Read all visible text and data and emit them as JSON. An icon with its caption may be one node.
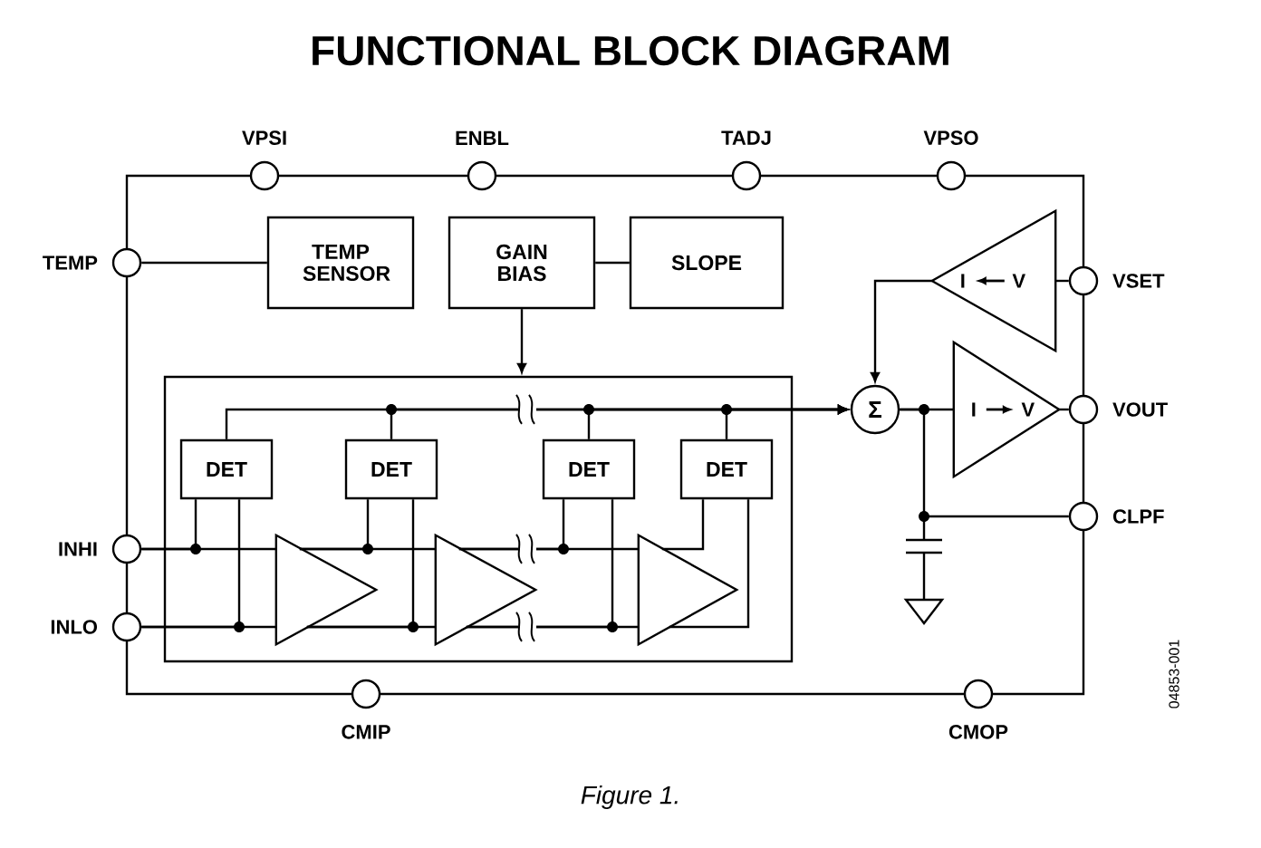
{
  "diagram": {
    "title": "FUNCTIONAL BLOCK DIAGRAM",
    "caption": "Figure 1.",
    "nodes": [
      {
        "text": [],
        "shape": "box"
      },
      {
        "text": [],
        "shape": "circle",
        "beside": [
          "VPSI"
        ]
      },
      {
        "text": [],
        "shape": "circle",
        "beside": [
          "ENBL"
        ]
      },
      {
        "text": [],
        "shape": "circle",
        "beside": [
          "TADJ"
        ]
      },
      {
        "text": [],
        "shape": "circle",
        "beside": [
          "VPSO"
        ]
      },
      {
        "text": [],
        "shape": "circle",
        "beside": [
          "TEMP"
        ]
      },
      {
        "text": [
          "TEMP SENSOR"
        ],
        "in": 0
      },
      {
        "text": [
          "GAIN BIAS"
        ],
        "in": 0
      },
      {
        "text": [
          "SLOPE"
        ],
        "in": 0
      },
      {
        "text": [
          "I",
          "V"
        ],
        "in": 0
      },
      {
        "text": [],
        "shape": "circle",
        "beside": [
          "VSET"
        ]
      },
      {
        "text": [],
        "shape": "box",
        "in": 0
      },
      {
        "text": [
          "Σ"
        ],
        "in": 0
      },
      {
        "text": [
          "I",
          "V"
        ],
        "in": 0
      },
      {
        "text": [],
        "shape": "circle",
        "beside": [
          "VOUT"
        ]
      },
      {
        "text": [
          "DET"
        ],
        "in": 11
      },
      {
        "text": [
          "DET"
        ],
        "in": 11
      },
      {
        "text": [
          "DET"
        ],
        "in": 11
      },
      {
        "text": [
          "DET"
        ],
        "in": 11
      },
      {
        "text": [],
        "shape": "circle",
        "beside": [
          "CLPF"
        ]
      },
      {
        "text": [],
        "shape": "circle",
        "beside": [
          "INHI"
        ]
      },
      {
        "text": [],
        "shape": "triangle",
        "in": 11
      },
      {
        "text": [],
        "shape": "triangle",
        "in": 11
      },
      {
        "text": [],
        "shape": "triangle",
        "in": 11
      },
      {
        "text": [],
        "shape": "circle",
        "beside": [
          "INLO"
        ]
      },
      {
        "text": [],
        "shape": "circle",
        "beside": [
          "CMIP"
        ]
      },
      {
        "text": [],
        "shape": "circle",
        "beside": [
          "CMOP"
        ]
      }
    ],
    "edges": [
      {
        "from": 5,
        "to": 6,
        "arrow": "none"
      },
      {
        "from": 7,
        "to": 8,
        "arrow": "none"
      },
      {
        "from": 7,
        "to": 11,
        "arrow": "to"
      },
      {
        "from": 10,
        "to": 9,
        "arrow": "none"
      },
      {
        "from": 9,
        "to": 12,
        "arrow": "to"
      },
      {
        "from": 15,
        "to": 12,
        "arrow": "to"
      },
      {
        "from": 16,
        "to": 12,
        "arrow": "to"
      },
      {
        "from": 17,
        "to": 12,
        "arrow": "to"
      },
      {
        "from": 18,
        "to": 12,
        "arrow": "to"
      },
      {
        "from": 12,
        "to": 13,
        "arrow": "none"
      },
      {
        "from": 13,
        "to": 14,
        "arrow": "none"
      },
      {
        "from": 12,
        "to": 19,
        "arrow": "none"
      },
      {
        "from": 20,
        "to": 21,
        "arrow": "none"
      },
      {
        "from": 24,
        "to": 21,
        "arrow": "none"
      },
      {
        "from": 20,
        "to": 15,
        "arrow": "none"
      },
      {
        "from": 24,
        "to": 15,
        "arrow": "none"
      },
      {
        "from": 21,
        "to": 22,
        "arrow": "none"
      },
      {
        "from": 21,
        "to": 22,
        "arrow": "none"
      },
      {
        "from": 21,
        "to": 16,
        "arrow": "none"
      },
      {
        "from": 21,
        "to": 16,
        "arrow": "none"
      },
      {
        "from": 22,
        "to": 23,
        "arrow": "none"
      },
      {
        "from": 22,
        "to": 23,
        "arrow": "none"
      },
      {
        "from": 22,
        "to": 17,
        "arrow": "none"
      },
      {
        "from": 22,
        "to": 17,
        "arrow": "none"
      },
      {
        "from": 23,
        "to": 18,
        "arrow": "none"
      },
      {
        "from": 23,
        "to": 18,
        "arrow": "none"
      }
    ],
    "labels": [
      "04853-001"
    ]
  }
}
